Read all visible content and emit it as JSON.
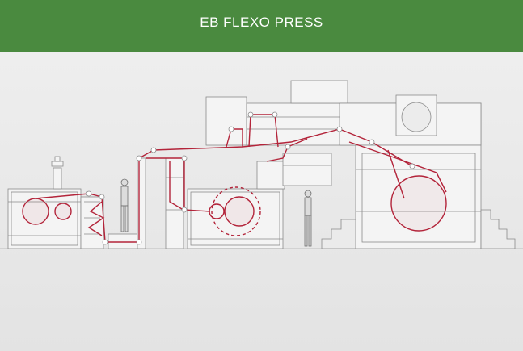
{
  "header": {
    "title": "EB FLEXO PRESS"
  },
  "colors": {
    "header_bg": "#4a8a3f",
    "header_text": "#ffffff",
    "machine_line": "#8a8a8a",
    "machine_fill": "#f4f4f4",
    "web_path": "#b3243a",
    "background": "#e8e8e8"
  },
  "icons": [
    "unwind-unit",
    "splice-unit",
    "operator-figure",
    "print-cylinder",
    "central-impression-drum",
    "rewind-unit",
    "dryer-hood"
  ]
}
